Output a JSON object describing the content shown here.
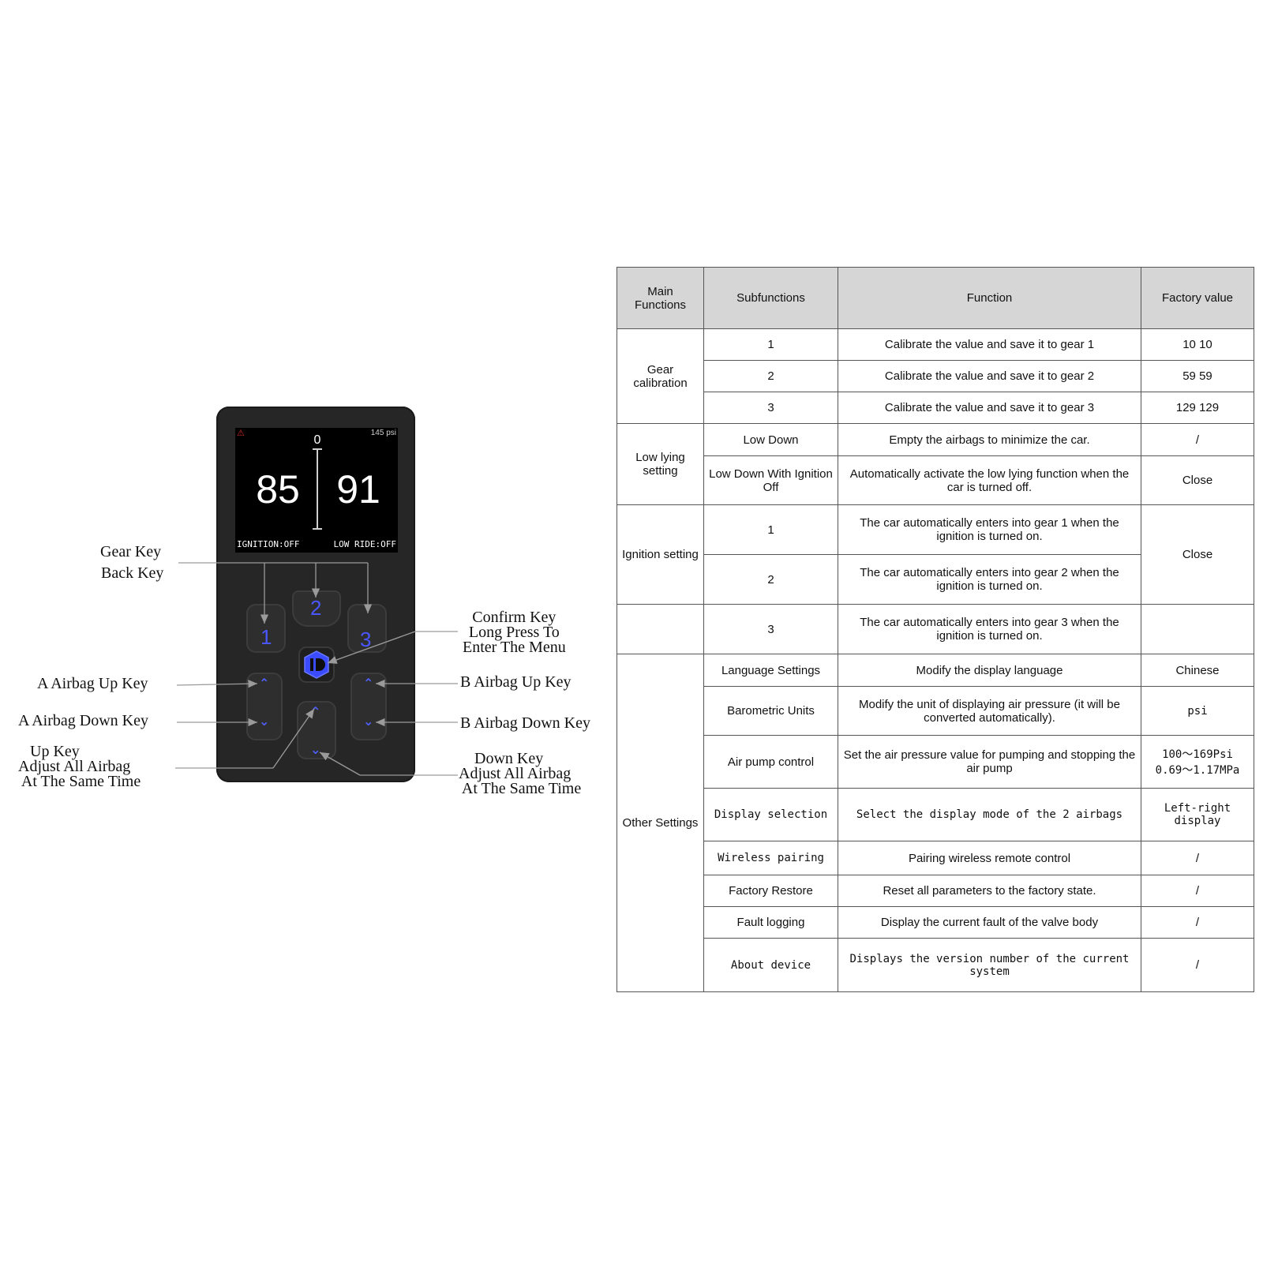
{
  "device": {
    "warning_icon": "warning-triangle-icon",
    "pressure_unit": "145 psi",
    "scale_zero": "0",
    "reading_a": "85",
    "reading_b": "91",
    "status_ignition": "IGNITION:OFF",
    "status_low_ride": "LOW RIDE:OFF",
    "gear_1": "1",
    "gear_2": "2",
    "gear_3": "3",
    "accent_color": "#4a56ff"
  },
  "callouts": {
    "gear_key": "Gear Key",
    "back_key": "Back Key",
    "confirm_key": "Confirm Key\nLong Press To\nEnter The Menu",
    "a_up": "A Airbag Up Key",
    "a_down": "A Airbag Down Key",
    "b_up": "B Airbag Up Key",
    "b_down": "B Airbag Down Key",
    "up_key": "   Up Key\nAdjust All Airbag\n At The Same Time",
    "down_key": "    Down Key\nAdjust All Airbag\n At The Same Time"
  },
  "table": {
    "headers": [
      "Main\nFunctions",
      "Subfunctions",
      "Function",
      "Factory value"
    ],
    "gear_calibration": {
      "main": "Gear calibration",
      "rows": [
        {
          "sub": "1",
          "func": "Calibrate the value and save it to gear 1",
          "value": "10  10"
        },
        {
          "sub": "2",
          "func": "Calibrate the value and save it to gear 2",
          "value": "59  59"
        },
        {
          "sub": "3",
          "func": "Calibrate the value and save it to gear 3",
          "value": "129  129"
        }
      ]
    },
    "low_lying": {
      "main": "Low lying setting",
      "rows": [
        {
          "sub": "Low Down",
          "func": "Empty the airbags to minimize the car.",
          "value": "/"
        },
        {
          "sub": "Low Down With Ignition Off",
          "func": "Automatically activate the low lying function when the car is turned off.",
          "value": "Close"
        }
      ]
    },
    "ignition": {
      "main": "Ignition setting",
      "value": "Close",
      "rows": [
        {
          "sub": "1",
          "func": "The car automatically enters into gear 1 when the ignition is turned on."
        },
        {
          "sub": "2",
          "func": "The car automatically enters into gear 2 when the ignition is turned on."
        },
        {
          "sub": "3",
          "func": "The car automatically enters into gear 3 when the ignition is turned on.",
          "value": ""
        }
      ]
    },
    "other": {
      "main": "Other Settings",
      "rows": [
        {
          "sub": "Language Settings",
          "func": "Modify the display language",
          "value": "Chinese"
        },
        {
          "sub": "Barometric Units",
          "func": "Modify the unit of displaying air pressure (it will be converted automatically).",
          "value": "psi"
        },
        {
          "sub": "Air pump control",
          "func": "Set the air pressure value for pumping and stopping the air pump",
          "value": "100～169Psi\n0.69～1.17MPa"
        },
        {
          "sub": "Display selection",
          "func": "Select the display mode of the 2 airbags",
          "value": "Left-right display"
        },
        {
          "sub": "Wireless pairing",
          "func": "Pairing wireless remote control",
          "value": "/"
        },
        {
          "sub": "Factory Restore",
          "func": "Reset all parameters to the factory state.",
          "value": "/"
        },
        {
          "sub": "Fault logging",
          "func": "Display the current fault of the valve body",
          "value": "/"
        },
        {
          "sub": "About device",
          "func": "Displays the version number of the current system",
          "value": "/"
        }
      ]
    }
  }
}
